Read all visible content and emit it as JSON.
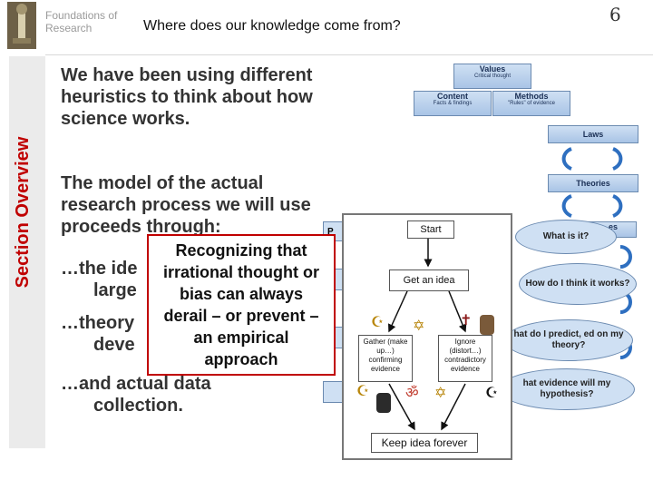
{
  "header": {
    "course_title_line1": "Foundations of",
    "course_title_line2": "Research",
    "slide_heading": "Where does our knowledge come from?",
    "slide_number": "6"
  },
  "sidebar": {
    "section_label": "Section Overview"
  },
  "body": {
    "p1": "We have been using different heuristics to think about how science works.",
    "p2": "The model of the actual research process we will use proceeds through:",
    "p3_line1": "…the ide",
    "p3_line2": "large",
    "p4_line1": "…theory",
    "p4_line2": "deve",
    "p5_line1": "…and actual data",
    "p5_line2": "collection."
  },
  "callout": {
    "line1": "Recognizing that",
    "line2": "irrational thought or",
    "line3": "bias can always",
    "line4": "derail – or prevent –",
    "line5": "an empirical",
    "line6": "approach"
  },
  "diagram": {
    "values_title": "Values",
    "values_sub": "Critical thought",
    "content_title": "Content",
    "content_sub": "Facts & findings",
    "methods_title": "Methods",
    "methods_sub": "\"Rules\" of evidence",
    "laws": "Laws",
    "theories": "Theories",
    "hyp_fragment": "es",
    "cloud1": "What is it?",
    "cloud2": "How do I think it works?",
    "cloud3": "hat do I predict, ed on my theory?",
    "cloud4": "hat evidence will my hypothesis?",
    "flow_p": "P"
  },
  "flowchart": {
    "start": "Start",
    "get_idea": "Get an idea",
    "gather": "Gather (make up…) confirming evidence",
    "ignore": "Ignore (distort…) contradictory evidence",
    "keep": "Keep idea forever"
  },
  "colors": {
    "section_label": "#c00000",
    "callout_border": "#c00000",
    "diagram_box": "#cfe0f3"
  }
}
